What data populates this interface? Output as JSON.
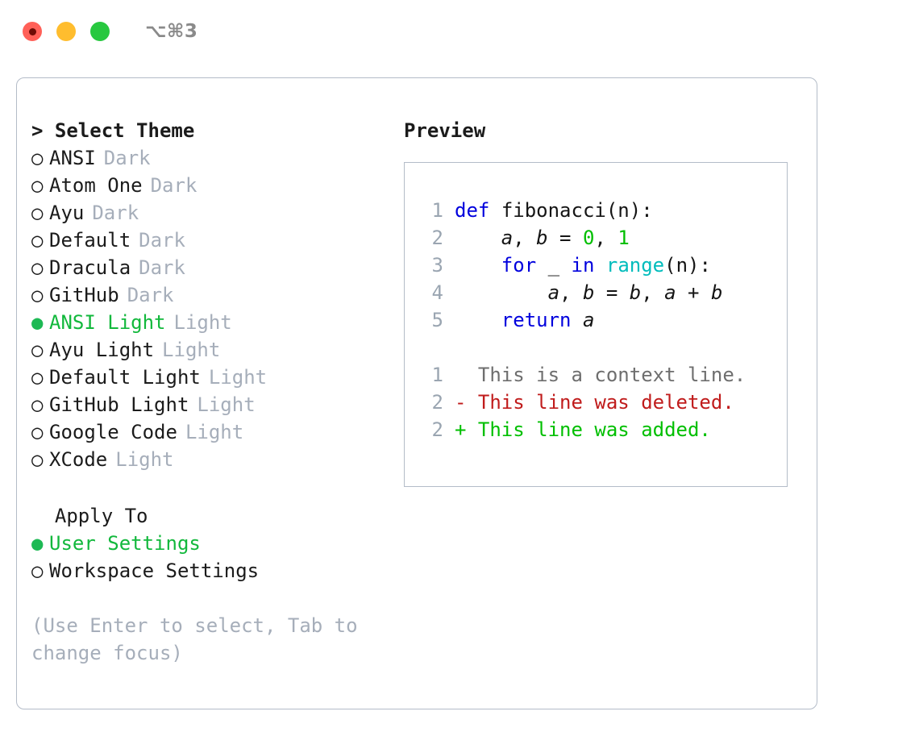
{
  "titlebar": {
    "shortcut": "⌥⌘3",
    "buttons": [
      {
        "name": "close",
        "color": "#ff6058"
      },
      {
        "name": "minimize",
        "color": "#ffbd2e"
      },
      {
        "name": "maximize",
        "color": "#28c840"
      }
    ]
  },
  "theme_section": {
    "prefix": "> ",
    "heading": "Select Theme",
    "focused": true,
    "options": [
      {
        "marker": "○",
        "label": "ANSI",
        "badge": "Dark",
        "selected": false
      },
      {
        "marker": "○",
        "label": "Atom One",
        "badge": "Dark",
        "selected": false
      },
      {
        "marker": "○",
        "label": "Ayu",
        "badge": "Dark",
        "selected": false
      },
      {
        "marker": "○",
        "label": "Default",
        "badge": "Dark",
        "selected": false
      },
      {
        "marker": "○",
        "label": "Dracula",
        "badge": "Dark",
        "selected": false
      },
      {
        "marker": "○",
        "label": "GitHub",
        "badge": "Dark",
        "selected": false
      },
      {
        "marker": "●",
        "label": "ANSI Light",
        "badge": "Light",
        "selected": true
      },
      {
        "marker": "○",
        "label": "Ayu Light",
        "badge": "Light",
        "selected": false
      },
      {
        "marker": "○",
        "label": "Default Light",
        "badge": "Light",
        "selected": false
      },
      {
        "marker": "○",
        "label": "GitHub Light",
        "badge": "Light",
        "selected": false
      },
      {
        "marker": "○",
        "label": "Google Code",
        "badge": "Light",
        "selected": false
      },
      {
        "marker": "○",
        "label": "XCode",
        "badge": "Light",
        "selected": false
      }
    ]
  },
  "apply_section": {
    "prefix": "  ",
    "heading": "Apply To",
    "focused": false,
    "options": [
      {
        "marker": "●",
        "label": "User Settings",
        "selected": true
      },
      {
        "marker": "○",
        "label": "Workspace Settings",
        "selected": false
      }
    ]
  },
  "hint": "(Use Enter to select, Tab to change focus)",
  "preview": {
    "title": "Preview",
    "code_lines": [
      {
        "num": "1",
        "tokens": [
          {
            "t": "def",
            "c": "kw"
          },
          {
            "t": " ",
            "c": "plain"
          },
          {
            "t": "fibonacci(n):",
            "c": "plain"
          }
        ]
      },
      {
        "num": "2",
        "tokens": [
          {
            "t": "    ",
            "c": "plain"
          },
          {
            "t": "a",
            "c": "var"
          },
          {
            "t": ", ",
            "c": "plain"
          },
          {
            "t": "b",
            "c": "var"
          },
          {
            "t": " = ",
            "c": "plain"
          },
          {
            "t": "0",
            "c": "num"
          },
          {
            "t": ", ",
            "c": "plain"
          },
          {
            "t": "1",
            "c": "num"
          }
        ]
      },
      {
        "num": "3",
        "tokens": [
          {
            "t": "    ",
            "c": "plain"
          },
          {
            "t": "for",
            "c": "kw"
          },
          {
            "t": " _ ",
            "c": "plain"
          },
          {
            "t": "in",
            "c": "kw"
          },
          {
            "t": " ",
            "c": "plain"
          },
          {
            "t": "range",
            "c": "fn"
          },
          {
            "t": "(n):",
            "c": "plain"
          }
        ]
      },
      {
        "num": "4",
        "tokens": [
          {
            "t": "        ",
            "c": "plain"
          },
          {
            "t": "a",
            "c": "var"
          },
          {
            "t": ", ",
            "c": "plain"
          },
          {
            "t": "b",
            "c": "var"
          },
          {
            "t": " = ",
            "c": "plain"
          },
          {
            "t": "b",
            "c": "var"
          },
          {
            "t": ", ",
            "c": "plain"
          },
          {
            "t": "a",
            "c": "var"
          },
          {
            "t": " + ",
            "c": "plain"
          },
          {
            "t": "b",
            "c": "var"
          }
        ]
      },
      {
        "num": "5",
        "tokens": [
          {
            "t": "    ",
            "c": "plain"
          },
          {
            "t": "return",
            "c": "kw"
          },
          {
            "t": " ",
            "c": "plain"
          },
          {
            "t": "a",
            "c": "var"
          }
        ]
      }
    ],
    "diff_lines": [
      {
        "num": "1",
        "sign": "  ",
        "text": "This is a context line.",
        "kind": "ctx"
      },
      {
        "num": "2",
        "sign": "- ",
        "text": "This line was deleted.",
        "kind": "del"
      },
      {
        "num": "2",
        "sign": "+ ",
        "text": "This line was added.",
        "kind": "add"
      }
    ]
  },
  "colors": {
    "accent_green": "#12b83c",
    "keyword_blue": "#0000dd",
    "function_cyan": "#00bcbc",
    "number_green": "#00bf00",
    "diff_add_green": "#00bf00",
    "diff_del_red": "#c01c1c",
    "muted_gray": "#a6aeba",
    "border_gray": "#b4bcc8"
  }
}
